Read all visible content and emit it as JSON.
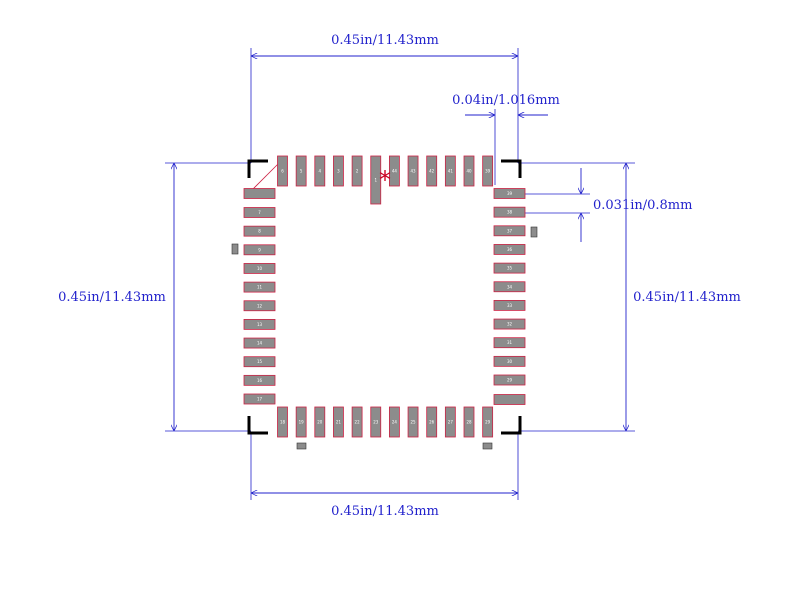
{
  "dimensions": {
    "top_width": "0.45in/11.43mm",
    "bottom_width": "0.45in/11.43mm",
    "left_height": "0.45in/11.43mm",
    "right_height": "0.45in/11.43mm",
    "pitch": "0.04in/1.016mm",
    "pad_width": "0.031in/0.8mm"
  },
  "pin1_marker": "*",
  "pins": {
    "top": [
      "6",
      "5",
      "4",
      "3",
      "2",
      "1",
      "44",
      "43",
      "42",
      "41",
      "40",
      "39"
    ],
    "left": [
      "7",
      "8",
      "9",
      "10",
      "11",
      "12",
      "13",
      "14",
      "15",
      "16",
      "17"
    ],
    "bottom": [
      "18",
      "19",
      "20",
      "21",
      "22",
      "23",
      "24",
      "25",
      "26",
      "27",
      "28",
      "29"
    ],
    "right": [
      "39",
      "38",
      "37",
      "36",
      "35",
      "34",
      "33",
      "32",
      "31",
      "30",
      "29"
    ]
  },
  "colors": {
    "dimension_line": "#2222cc",
    "pad_fill": "#8c8c8c",
    "pad_outline": "#cc2244",
    "body_corner": "#000000",
    "pin1_marker": "#cc0022"
  }
}
